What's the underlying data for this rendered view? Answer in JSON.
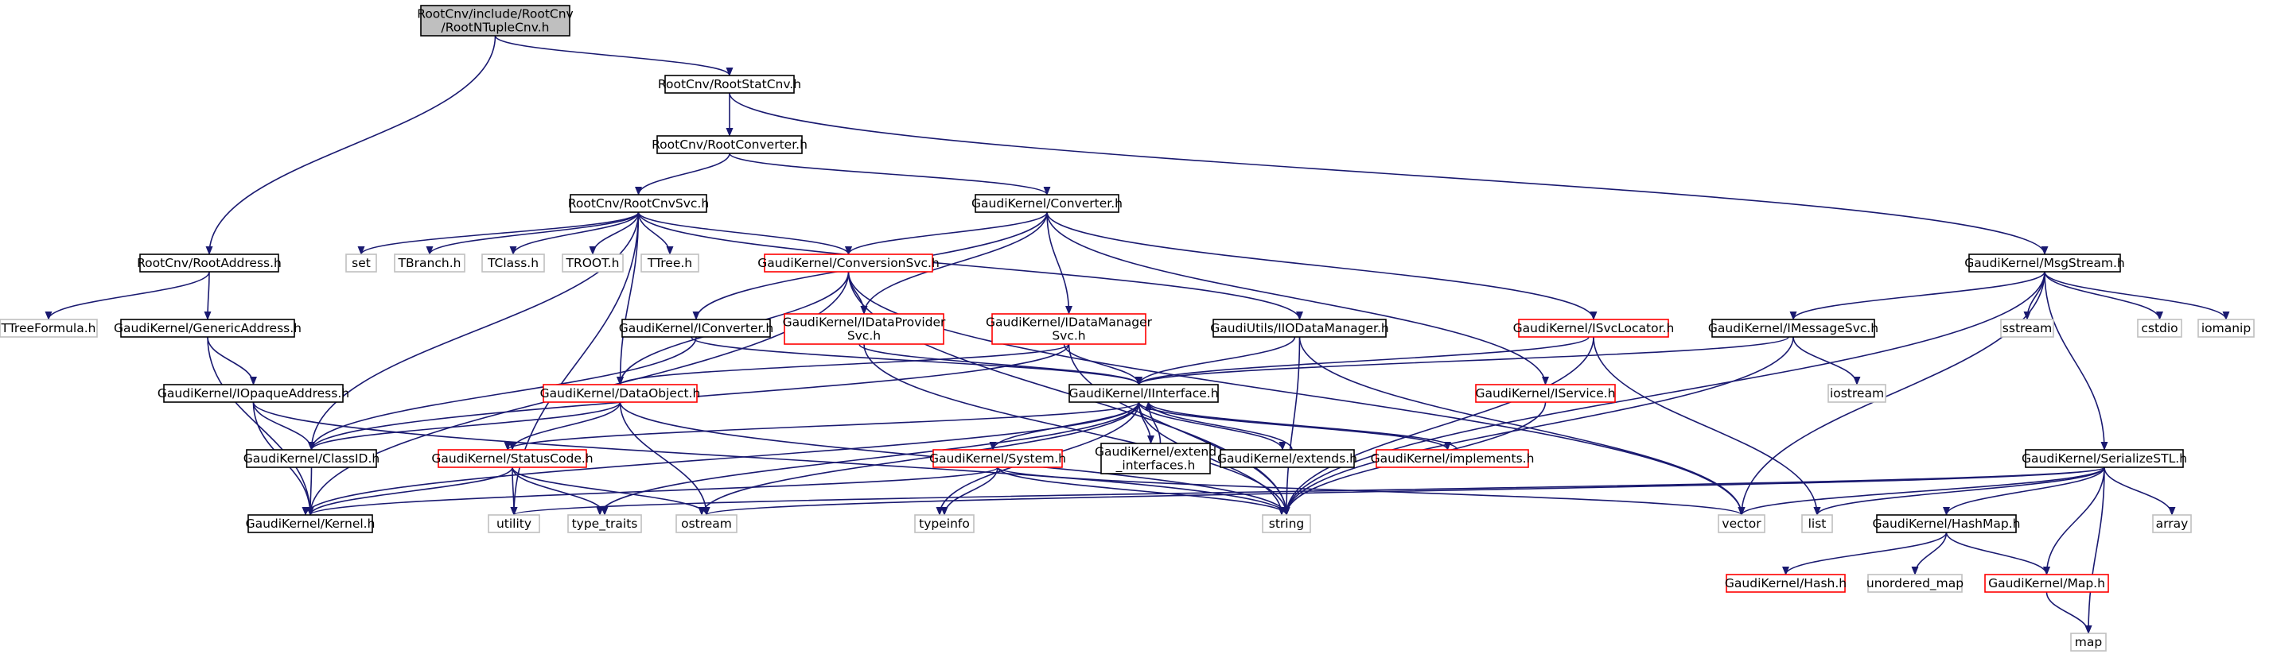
{
  "colors": {
    "edge": "#191970",
    "border_normal": "#000000",
    "border_red": "#ff0000",
    "border_missing": "#bfbfbf",
    "fill_root": "#bfbfbf",
    "fill_node": "#ffffff",
    "text": "#000000"
  },
  "graph": {
    "nodes": [
      {
        "id": "root",
        "lines": [
          "RootCnv/include/RootCnv",
          "/RootNTupleCnv.h"
        ],
        "style": "root"
      },
      {
        "id": "rootstatcnv",
        "lines": [
          "RootCnv/RootStatCnv.h"
        ],
        "style": "normal"
      },
      {
        "id": "rootconverter",
        "lines": [
          "RootCnv/RootConverter.h"
        ],
        "style": "normal"
      },
      {
        "id": "rootcnvsvc",
        "lines": [
          "RootCnv/RootCnvSvc.h"
        ],
        "style": "normal"
      },
      {
        "id": "converter",
        "lines": [
          "GaudiKernel/Converter.h"
        ],
        "style": "normal"
      },
      {
        "id": "rootaddress",
        "lines": [
          "RootCnv/RootAddress.h"
        ],
        "style": "normal"
      },
      {
        "id": "set",
        "lines": [
          "set"
        ],
        "style": "missing"
      },
      {
        "id": "tbranch",
        "lines": [
          "TBranch.h"
        ],
        "style": "missing"
      },
      {
        "id": "tclass",
        "lines": [
          "TClass.h"
        ],
        "style": "missing"
      },
      {
        "id": "troot",
        "lines": [
          "TROOT.h"
        ],
        "style": "missing"
      },
      {
        "id": "ttree",
        "lines": [
          "TTree.h"
        ],
        "style": "missing"
      },
      {
        "id": "conversionsvc",
        "lines": [
          "GaudiKernel/ConversionSvc.h"
        ],
        "style": "red"
      },
      {
        "id": "msgstream",
        "lines": [
          "GaudiKernel/MsgStream.h"
        ],
        "style": "normal"
      },
      {
        "id": "ttreeformula",
        "lines": [
          "TTreeFormula.h"
        ],
        "style": "missing"
      },
      {
        "id": "genericaddress",
        "lines": [
          "GaudiKernel/GenericAddress.h"
        ],
        "style": "normal"
      },
      {
        "id": "iconverter",
        "lines": [
          "GaudiKernel/IConverter.h"
        ],
        "style": "normal"
      },
      {
        "id": "idataprovidersvc",
        "lines": [
          "GaudiKernel/IDataProvider",
          "Svc.h"
        ],
        "style": "red"
      },
      {
        "id": "idatamanagersvc",
        "lines": [
          "GaudiKernel/IDataManager",
          "Svc.h"
        ],
        "style": "red"
      },
      {
        "id": "iiodatamanager",
        "lines": [
          "GaudiUtils/IIODataManager.h"
        ],
        "style": "normal"
      },
      {
        "id": "isvclocator",
        "lines": [
          "GaudiKernel/ISvcLocator.h"
        ],
        "style": "red"
      },
      {
        "id": "imessagesvc",
        "lines": [
          "GaudiKernel/IMessageSvc.h"
        ],
        "style": "normal"
      },
      {
        "id": "sstream",
        "lines": [
          "sstream"
        ],
        "style": "missing"
      },
      {
        "id": "cstdio",
        "lines": [
          "cstdio"
        ],
        "style": "missing"
      },
      {
        "id": "iomanip",
        "lines": [
          "iomanip"
        ],
        "style": "missing"
      },
      {
        "id": "iopaqueaddress",
        "lines": [
          "GaudiKernel/IOpaqueAddress.h"
        ],
        "style": "normal"
      },
      {
        "id": "dataobject",
        "lines": [
          "GaudiKernel/DataObject.h"
        ],
        "style": "red"
      },
      {
        "id": "iinterface",
        "lines": [
          "GaudiKernel/IInterface.h"
        ],
        "style": "normal"
      },
      {
        "id": "iservice",
        "lines": [
          "GaudiKernel/IService.h"
        ],
        "style": "red"
      },
      {
        "id": "iostream",
        "lines": [
          "iostream"
        ],
        "style": "missing"
      },
      {
        "id": "classid",
        "lines": [
          "GaudiKernel/ClassID.h"
        ],
        "style": "normal"
      },
      {
        "id": "statuscode",
        "lines": [
          "GaudiKernel/StatusCode.h"
        ],
        "style": "red"
      },
      {
        "id": "system",
        "lines": [
          "GaudiKernel/System.h"
        ],
        "style": "red"
      },
      {
        "id": "extend_interfaces",
        "lines": [
          "GaudiKernel/extend",
          "_interfaces.h"
        ],
        "style": "normal"
      },
      {
        "id": "extends",
        "lines": [
          "GaudiKernel/extends.h"
        ],
        "style": "normal"
      },
      {
        "id": "implements",
        "lines": [
          "GaudiKernel/implements.h"
        ],
        "style": "red"
      },
      {
        "id": "serializestl",
        "lines": [
          "GaudiKernel/SerializeSTL.h"
        ],
        "style": "normal"
      },
      {
        "id": "kernel",
        "lines": [
          "GaudiKernel/Kernel.h"
        ],
        "style": "normal"
      },
      {
        "id": "utility",
        "lines": [
          "utility"
        ],
        "style": "missing"
      },
      {
        "id": "type_traits",
        "lines": [
          "type_traits"
        ],
        "style": "missing"
      },
      {
        "id": "ostream",
        "lines": [
          "ostream"
        ],
        "style": "missing"
      },
      {
        "id": "typeinfo",
        "lines": [
          "typeinfo"
        ],
        "style": "missing"
      },
      {
        "id": "string",
        "lines": [
          "string"
        ],
        "style": "missing"
      },
      {
        "id": "vector",
        "lines": [
          "vector"
        ],
        "style": "missing"
      },
      {
        "id": "list",
        "lines": [
          "list"
        ],
        "style": "missing"
      },
      {
        "id": "hashmap",
        "lines": [
          "GaudiKernel/HashMap.h"
        ],
        "style": "normal"
      },
      {
        "id": "array",
        "lines": [
          "array"
        ],
        "style": "missing"
      },
      {
        "id": "hash",
        "lines": [
          "GaudiKernel/Hash.h"
        ],
        "style": "red"
      },
      {
        "id": "unordered_map",
        "lines": [
          "unordered_map"
        ],
        "style": "missing"
      },
      {
        "id": "map_h",
        "lines": [
          "GaudiKernel/Map.h"
        ],
        "style": "red"
      },
      {
        "id": "map",
        "lines": [
          "map"
        ],
        "style": "missing"
      }
    ],
    "edges": [
      [
        "root",
        "rootstatcnv"
      ],
      [
        "root",
        "rootaddress"
      ],
      [
        "rootstatcnv",
        "rootconverter"
      ],
      [
        "rootstatcnv",
        "msgstream"
      ],
      [
        "rootconverter",
        "rootcnvsvc"
      ],
      [
        "rootconverter",
        "converter"
      ],
      [
        "rootcnvsvc",
        "set"
      ],
      [
        "rootcnvsvc",
        "tbranch"
      ],
      [
        "rootcnvsvc",
        "tclass"
      ],
      [
        "rootcnvsvc",
        "troot"
      ],
      [
        "rootcnvsvc",
        "ttree"
      ],
      [
        "rootcnvsvc",
        "conversionsvc"
      ],
      [
        "rootcnvsvc",
        "iiodatamanager"
      ],
      [
        "rootcnvsvc",
        "dataobject"
      ],
      [
        "rootcnvsvc",
        "classid"
      ],
      [
        "rootcnvsvc",
        "utility"
      ],
      [
        "converter",
        "conversionsvc"
      ],
      [
        "converter",
        "iconverter"
      ],
      [
        "converter",
        "idataprovidersvc"
      ],
      [
        "converter",
        "idatamanagersvc"
      ],
      [
        "converter",
        "isvclocator"
      ],
      [
        "converter",
        "iservice"
      ],
      [
        "rootaddress",
        "ttreeformula"
      ],
      [
        "rootaddress",
        "genericaddress"
      ],
      [
        "conversionsvc",
        "idataprovidersvc"
      ],
      [
        "conversionsvc",
        "dataobject"
      ],
      [
        "conversionsvc",
        "kernel"
      ],
      [
        "conversionsvc",
        "vector"
      ],
      [
        "conversionsvc",
        "string"
      ],
      [
        "genericaddress",
        "iopaqueaddress"
      ],
      [
        "genericaddress",
        "kernel"
      ],
      [
        "iconverter",
        "iinterface"
      ],
      [
        "iconverter",
        "classid"
      ],
      [
        "idataprovidersvc",
        "iinterface"
      ],
      [
        "idataprovidersvc",
        "string"
      ],
      [
        "idatamanagersvc",
        "iinterface"
      ],
      [
        "idatamanagersvc",
        "dataobject"
      ],
      [
        "idatamanagersvc",
        "classid"
      ],
      [
        "idatamanagersvc",
        "string"
      ],
      [
        "iiodatamanager",
        "iinterface"
      ],
      [
        "iiodatamanager",
        "string"
      ],
      [
        "iiodatamanager",
        "vector"
      ],
      [
        "isvclocator",
        "iinterface"
      ],
      [
        "isvclocator",
        "list"
      ],
      [
        "isvclocator",
        "string"
      ],
      [
        "imessagesvc",
        "iinterface"
      ],
      [
        "imessagesvc",
        "iostream"
      ],
      [
        "imessagesvc",
        "string"
      ],
      [
        "msgstream",
        "imessagesvc"
      ],
      [
        "msgstream",
        "sstream"
      ],
      [
        "msgstream",
        "cstdio"
      ],
      [
        "msgstream",
        "iomanip"
      ],
      [
        "msgstream",
        "serializestl"
      ],
      [
        "msgstream",
        "string"
      ],
      [
        "msgstream",
        "vector"
      ],
      [
        "iopaqueaddress",
        "classid"
      ],
      [
        "iopaqueaddress",
        "kernel"
      ],
      [
        "iopaqueaddress",
        "string"
      ],
      [
        "dataobject",
        "classid"
      ],
      [
        "dataobject",
        "statuscode"
      ],
      [
        "dataobject",
        "ostream"
      ],
      [
        "dataobject",
        "string"
      ],
      [
        "iinterface",
        "kernel"
      ],
      [
        "iinterface",
        "statuscode"
      ],
      [
        "iinterface",
        "system"
      ],
      [
        "iinterface",
        "extend_interfaces"
      ],
      [
        "iinterface",
        "extends"
      ],
      [
        "iinterface",
        "implements"
      ],
      [
        "iinterface",
        "type_traits"
      ],
      [
        "iinterface",
        "ostream"
      ],
      [
        "iinterface",
        "typeinfo"
      ],
      [
        "iinterface",
        "string"
      ],
      [
        "extend_interfaces",
        "iinterface"
      ],
      [
        "extends",
        "iinterface"
      ],
      [
        "implements",
        "iinterface"
      ],
      [
        "iservice",
        "string"
      ],
      [
        "classid",
        "kernel"
      ],
      [
        "statuscode",
        "kernel"
      ],
      [
        "statuscode",
        "utility"
      ],
      [
        "statuscode",
        "type_traits"
      ],
      [
        "statuscode",
        "ostream"
      ],
      [
        "system",
        "kernel"
      ],
      [
        "system",
        "typeinfo"
      ],
      [
        "system",
        "string"
      ],
      [
        "system",
        "vector"
      ],
      [
        "serializestl",
        "utility"
      ],
      [
        "serializestl",
        "ostream"
      ],
      [
        "serializestl",
        "vector"
      ],
      [
        "serializestl",
        "list"
      ],
      [
        "serializestl",
        "hashmap"
      ],
      [
        "serializestl",
        "map_h"
      ],
      [
        "serializestl",
        "map"
      ],
      [
        "serializestl",
        "array"
      ],
      [
        "hashmap",
        "hash"
      ],
      [
        "hashmap",
        "unordered_map"
      ],
      [
        "hashmap",
        "map_h"
      ],
      [
        "map_h",
        "map"
      ]
    ]
  }
}
